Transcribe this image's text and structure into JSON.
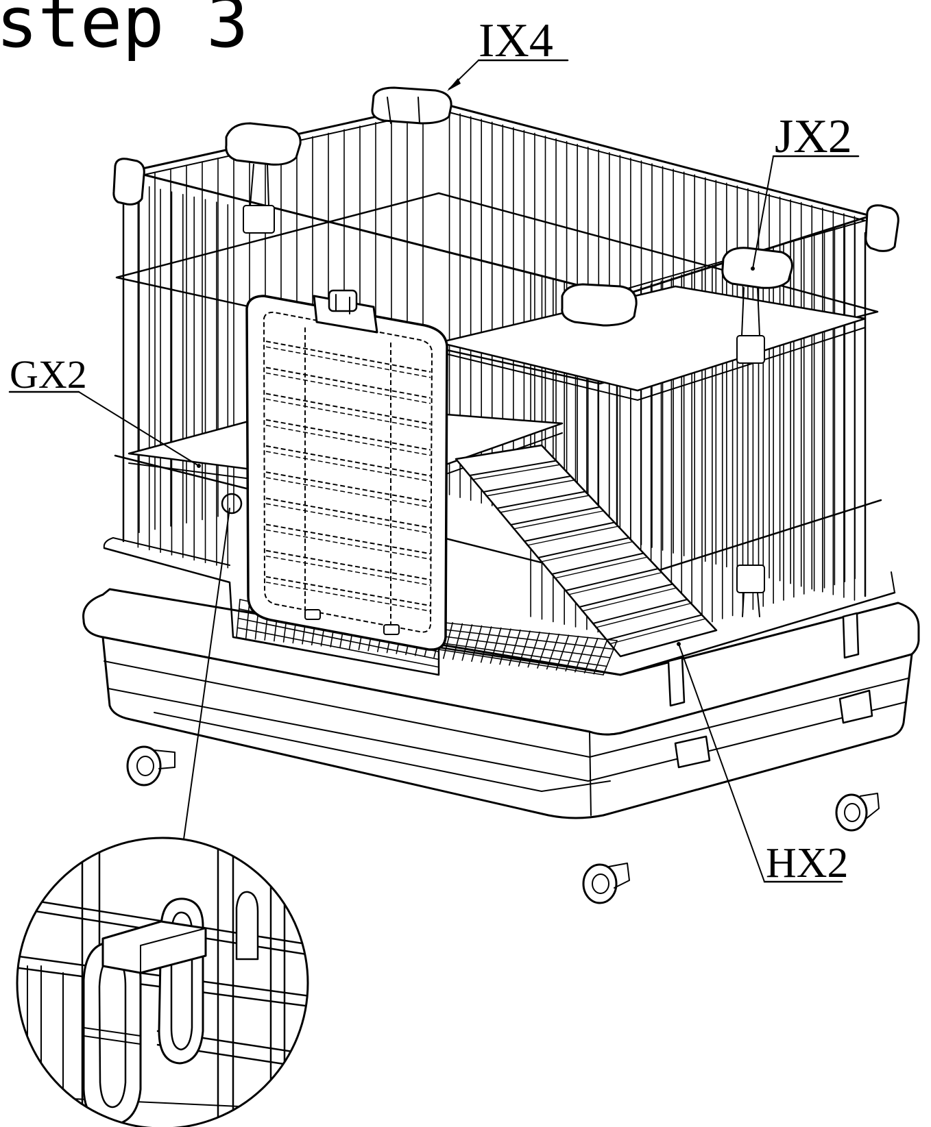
{
  "title": "step 3",
  "labels": {
    "ix": "IX4",
    "jx": "JX2",
    "gx": "GX2",
    "hx": "HX2"
  },
  "colors": {
    "ink": "#000000",
    "paper": "#ffffff"
  }
}
